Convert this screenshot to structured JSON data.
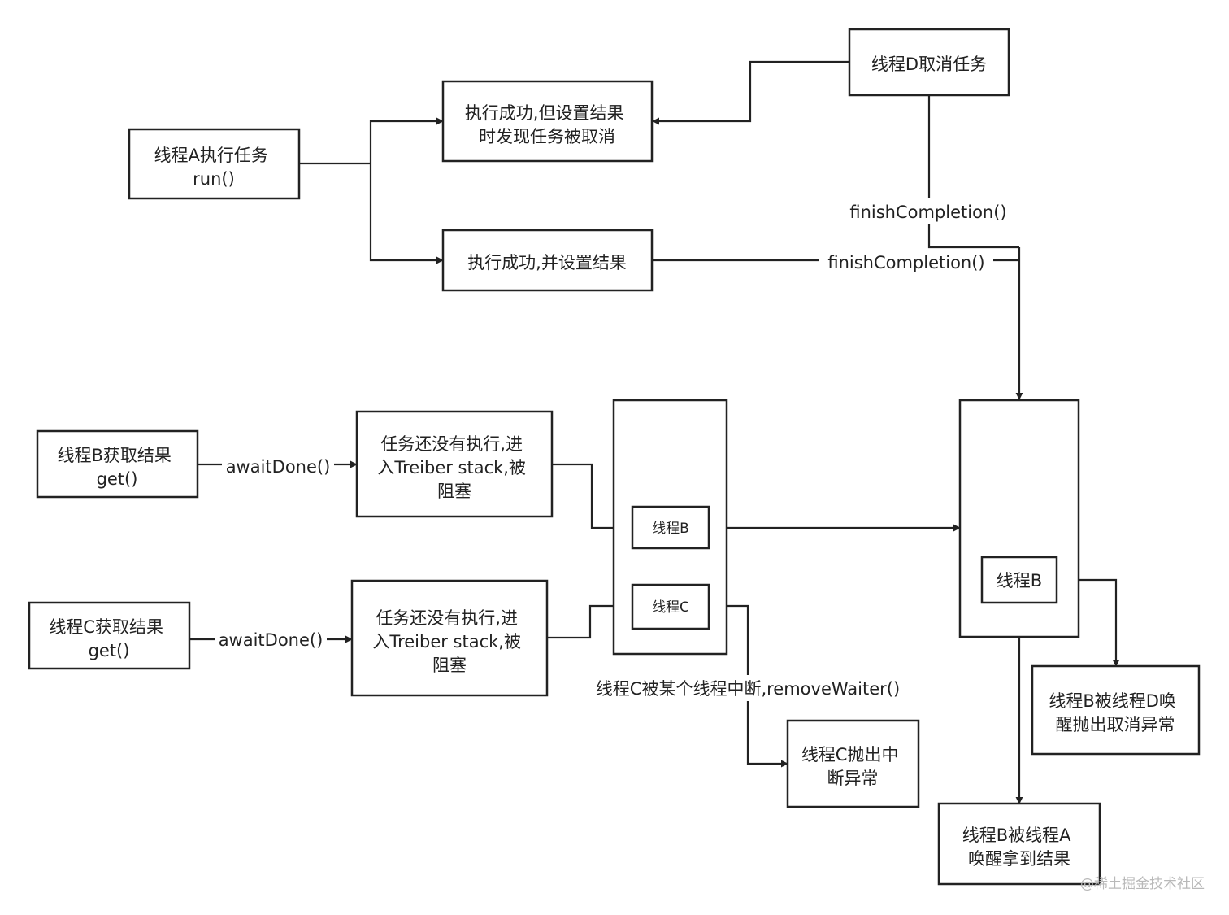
{
  "nodes": {
    "thread_a_run": [
      "线程A执行任务",
      "run()"
    ],
    "success_but_cancelled": [
      "执行成功,但设置结果",
      "时发现任务被取消"
    ],
    "thread_d_cancel": [
      "线程D取消任务"
    ],
    "success_set_result": [
      "执行成功,并设置结果"
    ],
    "thread_b_get": [
      "线程B获取结果",
      "get()"
    ],
    "b_enter_stack": [
      "任务还没有执行,进",
      "入Treiber stack,被",
      "阻塞"
    ],
    "thread_c_get": [
      "线程C获取结果",
      "get()"
    ],
    "c_enter_stack": [
      "任务还没有执行,进",
      "入Treiber stack,被",
      "阻塞"
    ],
    "stack_node_b": [
      "线程B"
    ],
    "stack_node_c": [
      "线程C"
    ],
    "right_node_b": [
      "线程B"
    ],
    "b_woken_by_d": [
      "线程B被线程D唤",
      "醒抛出取消异常"
    ],
    "c_throws": [
      "线程C抛出中",
      "断异常"
    ],
    "b_woken_by_a": [
      "线程B被线程A",
      "唤醒拿到结果"
    ]
  },
  "edges": {
    "finish_completion_d": "finishCompletion()",
    "finish_completion_a": "finishCompletion()",
    "await_done_b": "awaitDone()",
    "await_done_c": "awaitDone()",
    "c_interrupted": "线程C被某个线程中断,removeWaiter()"
  },
  "watermark": "@稀土掘金技术社区",
  "colors": {
    "stroke": "#222222",
    "background": "#ffffff",
    "watermark": "#b9b9b9"
  }
}
